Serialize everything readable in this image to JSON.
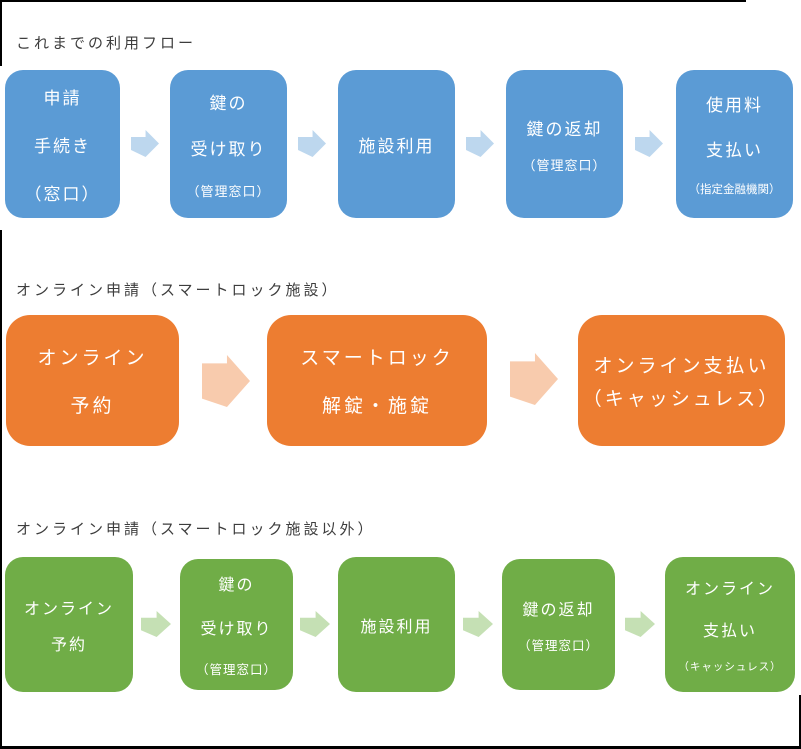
{
  "rows": [
    {
      "title": "これまでの利用フロー",
      "color": "#5B9BD5",
      "arrow_color": "#BDD7EE",
      "boxes": [
        {
          "lines": [
            "申請",
            "手続き",
            "（窓口）"
          ]
        },
        {
          "lines": [
            "鍵の",
            "受け取り",
            "（管理窓口）"
          ]
        },
        {
          "lines": [
            "施設利用"
          ]
        },
        {
          "lines": [
            "鍵の返却",
            "（管理窓口）"
          ]
        },
        {
          "lines": [
            "使用料",
            "支払い",
            "（指定金融機関）"
          ]
        }
      ]
    },
    {
      "title": "オンライン申請（スマートロック施設）",
      "color": "#ED7D31",
      "arrow_color": "#F8CBAD",
      "boxes": [
        {
          "lines": [
            "オンライン",
            "予約"
          ]
        },
        {
          "lines": [
            "スマートロック",
            "解錠・施錠"
          ]
        },
        {
          "lines": [
            "オンライン支払い",
            "（キャッシュレス）"
          ]
        }
      ]
    },
    {
      "title": "オンライン申請（スマートロック施設以外）",
      "color": "#70AD47",
      "arrow_color": "#C5E0B4",
      "boxes": [
        {
          "lines": [
            "オンライン",
            "予約"
          ]
        },
        {
          "lines": [
            "鍵の",
            "受け取り",
            "（管理窓口）"
          ]
        },
        {
          "lines": [
            "施設利用"
          ]
        },
        {
          "lines": [
            "鍵の返却",
            "（管理窓口）"
          ]
        },
        {
          "lines": [
            "オンライン",
            "支払い",
            "（キャッシュレス）"
          ]
        }
      ]
    }
  ],
  "colors": {
    "blue_box": "#5B9BD5",
    "blue_arrow": "#BDD7EE",
    "orange_box": "#ED7D31",
    "orange_arrow": "#F8CBAD",
    "green_box": "#70AD47",
    "green_arrow": "#C5E0B4",
    "frame": "#000000",
    "title_text": "#3d3d3d"
  }
}
